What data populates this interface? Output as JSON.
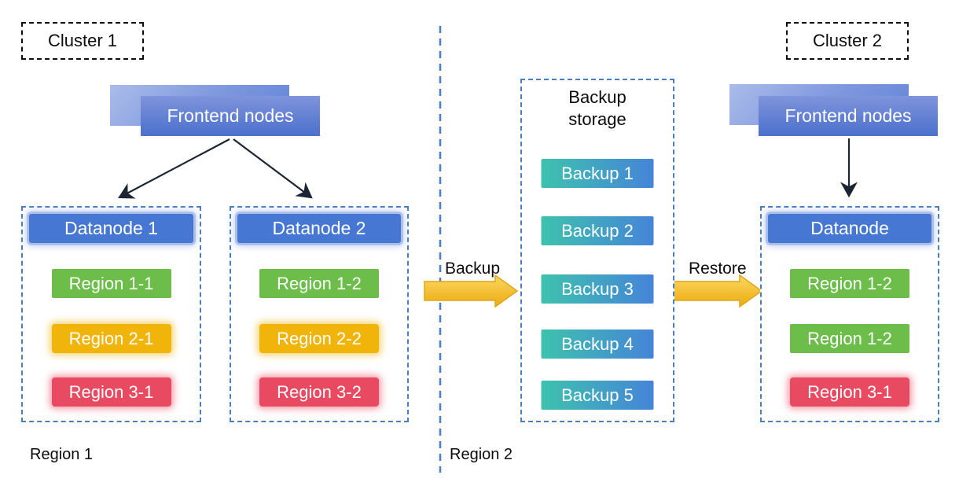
{
  "cluster1": {
    "label": "Cluster 1",
    "frontend_label": "Frontend nodes",
    "datanodes": [
      {
        "title": "Datanode 1",
        "regions": [
          "Region 1-1",
          "Region 2-1",
          "Region 3-1"
        ]
      },
      {
        "title": "Datanode 2",
        "regions": [
          "Region 1-2",
          "Region 2-2",
          "Region 3-2"
        ]
      }
    ],
    "footer_label": "Region 1"
  },
  "cluster2": {
    "label": "Cluster 2",
    "frontend_label": "Frontend nodes",
    "datanode": {
      "title": "Datanode",
      "regions": [
        "Region 1-2",
        "Region 1-2",
        "Region 3-1"
      ]
    },
    "footer_label": "Region 2"
  },
  "backup_storage": {
    "title": "Backup storage",
    "items": [
      "Backup 1",
      "Backup 2",
      "Backup 3",
      "Backup 4",
      "Backup 5"
    ]
  },
  "flows": {
    "backup_label": "Backup",
    "restore_label": "Restore"
  },
  "colors": {
    "datanode_header_blue": "#4677d2",
    "region_green": "#6cbd4a",
    "region_yellow": "#f0b40a",
    "region_red": "#e84a62",
    "backup_gradient_start": "#3ec2ae",
    "backup_gradient_end": "#4584d8",
    "dashed_border_blue": "#4a7ec4",
    "arrow_gold": "#eeae10",
    "frontend_blue_top": "#7f94db",
    "frontend_blue_bottom": "#4c70cc"
  }
}
